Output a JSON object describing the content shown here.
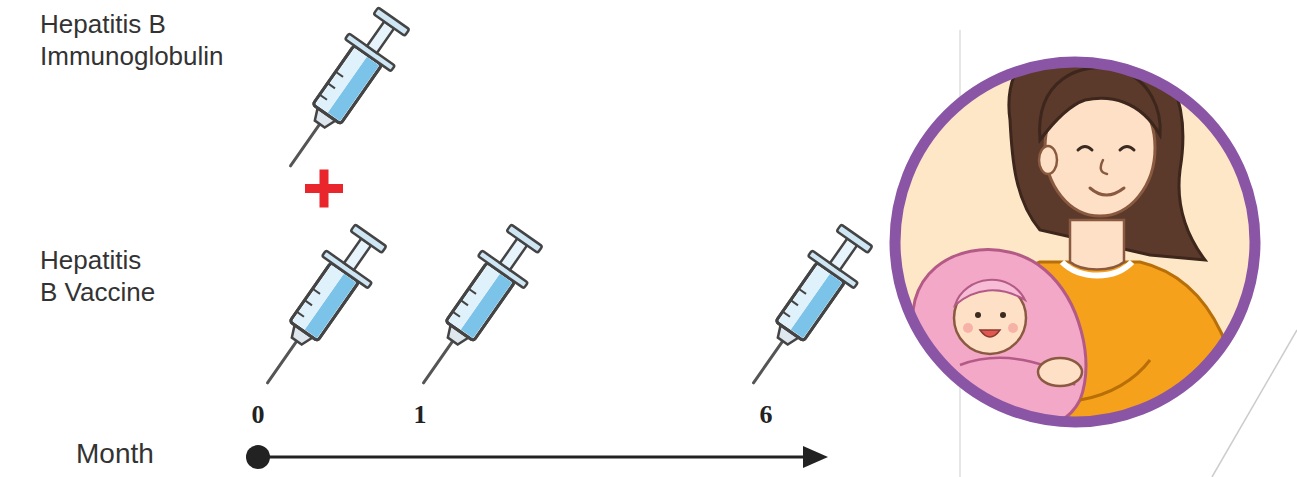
{
  "diagram": {
    "labels": [
      "Hepatitis B Immunoglobulin",
      "Hepatitis B Vaccine",
      "0",
      "1",
      "6",
      "Month"
    ]
  }
}
